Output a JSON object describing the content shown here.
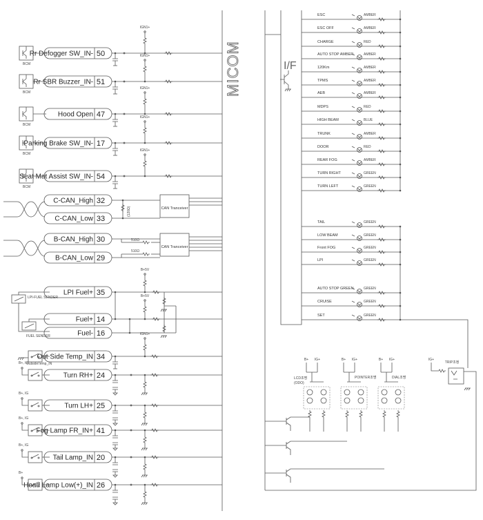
{
  "micom_label": "MICOM",
  "if_label": "I/F",
  "bcm_inputs": [
    {
      "label": "Rr Defogger SW_IN-",
      "pin": "50",
      "source": "BCM",
      "supply": "IGN1+"
    },
    {
      "label": "Rr SBR Buzzer_IN-",
      "pin": "51",
      "source": "BCM",
      "supply": "IGN1+"
    },
    {
      "label": "Hood Open",
      "pin": "47",
      "source": "BCM",
      "supply": "IGN1+"
    },
    {
      "label": "Parking Brake SW_IN-",
      "pin": "17",
      "source": "BCM",
      "supply": "IGN1+"
    },
    {
      "label": "Seat Mat Assist SW_IN-",
      "pin": "54",
      "source": "BCM",
      "supply": "IGN1+"
    }
  ],
  "can_buses": [
    {
      "high": {
        "label": "C-CAN_High",
        "pin": "32"
      },
      "low": {
        "label": "C-CAN_Low",
        "pin": "33"
      },
      "transceiver": "CAN Tranceiver",
      "termination": "(120Ω)"
    },
    {
      "high": {
        "label": "B-CAN_High",
        "pin": "30"
      },
      "low": {
        "label": "B-CAN_Low",
        "pin": "29"
      },
      "transceiver": "CAN Tranceiver",
      "res_high": "510Ω",
      "res_low": "510Ω"
    }
  ],
  "fuel": {
    "lpi": {
      "label": "LPI Fuel+",
      "pin": "35"
    },
    "plus": {
      "label": "Fuel+",
      "pin": "14"
    },
    "minus": {
      "label": "Fuel-",
      "pin": "16"
    },
    "lpi_sender": "LPI-FUEL SENDER",
    "fuel_sender": "FUEL SENDER",
    "supply": "B+5V",
    "supply2": "B+5V"
  },
  "switch_inputs": [
    {
      "label": "Out Side Temp_IN",
      "pin": "34",
      "source": "OutsideTemp_IN",
      "supply": "IGN1+"
    },
    {
      "label": "Turn RH+",
      "pin": "24",
      "source": "B+, IG"
    },
    {
      "label": "Turn LH+",
      "pin": "25",
      "source": "B+, IG"
    },
    {
      "label": "Fog Lamp FR_IN+",
      "pin": "41",
      "source": "B+, IG"
    },
    {
      "label": "Tail Lamp_IN",
      "pin": "20",
      "source": "B+, IG"
    },
    {
      "label": "Head Lamp Low(+)_IN",
      "pin": "26",
      "source": "B+"
    }
  ],
  "indicators_top": [
    {
      "name": "ESC",
      "color": "AMBER"
    },
    {
      "name": "ESC OFF",
      "color": "AMBER"
    },
    {
      "name": "CHARGE",
      "color": "RED"
    },
    {
      "name": "AUTO STOP AMBER",
      "color": "AMBER"
    },
    {
      "name": "120Km",
      "color": "AMBER"
    },
    {
      "name": "TPMS",
      "color": "AMBER"
    },
    {
      "name": "AEB",
      "color": "AMBER"
    },
    {
      "name": "MDPS",
      "color": "RED"
    },
    {
      "name": "HIGH BEAM",
      "color": "BLUE"
    },
    {
      "name": "TRUNK",
      "color": "AMBER"
    },
    {
      "name": "DOOR",
      "color": "RED"
    },
    {
      "name": "REAR FOG",
      "color": "AMBER"
    },
    {
      "name": "TURN RIGHT",
      "color": "GREEN"
    },
    {
      "name": "TURN LEFT",
      "color": "GREEN"
    }
  ],
  "indicators_mid": [
    {
      "name": "TAIL",
      "color": "GREEN"
    },
    {
      "name": "LOW BEAM",
      "color": "GREEN"
    },
    {
      "name": "Front FOG",
      "color": "GREEN"
    },
    {
      "name": "LPI",
      "color": "GREEN"
    }
  ],
  "indicators_bot": [
    {
      "name": "AUTO STOP GREEN",
      "color": "GREEN"
    },
    {
      "name": "CRUISE",
      "color": "GREEN"
    },
    {
      "name": "SET",
      "color": "GREEN"
    }
  ],
  "led_groups": [
    {
      "label": "LCD조명",
      "sub": "(ODO)",
      "supply1": "B+",
      "supply2": "IG+"
    },
    {
      "label": "POINTER조명",
      "sub": "",
      "supply1": "B+",
      "supply2": "IG+"
    },
    {
      "label": "DIAL조명",
      "sub": "",
      "supply1": "B+",
      "supply2": "IG+"
    }
  ],
  "trip": {
    "label": "TRIP조정",
    "supply": "IG+"
  }
}
